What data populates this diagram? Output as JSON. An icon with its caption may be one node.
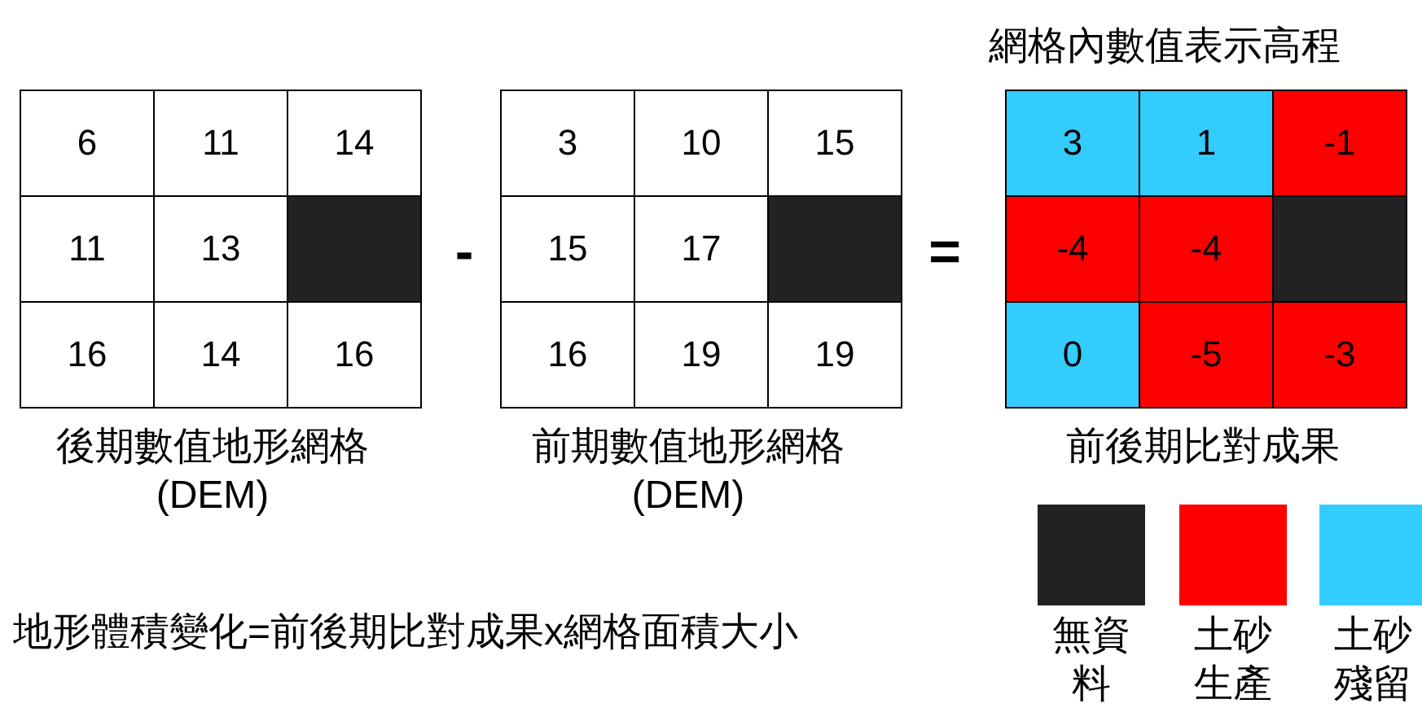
{
  "diagram": {
    "labels": [
      "網格內數值表示高程",
      "6",
      "11",
      "14",
      "11",
      "13",
      "16",
      "14",
      "16",
      "後期數值地形網格 (DEM)",
      "-",
      "3",
      "10",
      "15",
      "15",
      "17",
      "16",
      "19",
      "19",
      "前期數值地形網格 (DEM)",
      "=",
      "3",
      "1",
      "-1",
      "-4",
      "-4",
      "0",
      "-5",
      "-3",
      "前後期比對成果",
      "地形體積變化=前後期比對成果x網格面積大小"
    ],
    "legend": [
      {
        "text": "無資料",
        "color": "#222222"
      },
      {
        "text": "土砂生產",
        "color": "#ff0000"
      },
      {
        "text": "土砂殘留",
        "color": "#33ccff"
      }
    ]
  }
}
